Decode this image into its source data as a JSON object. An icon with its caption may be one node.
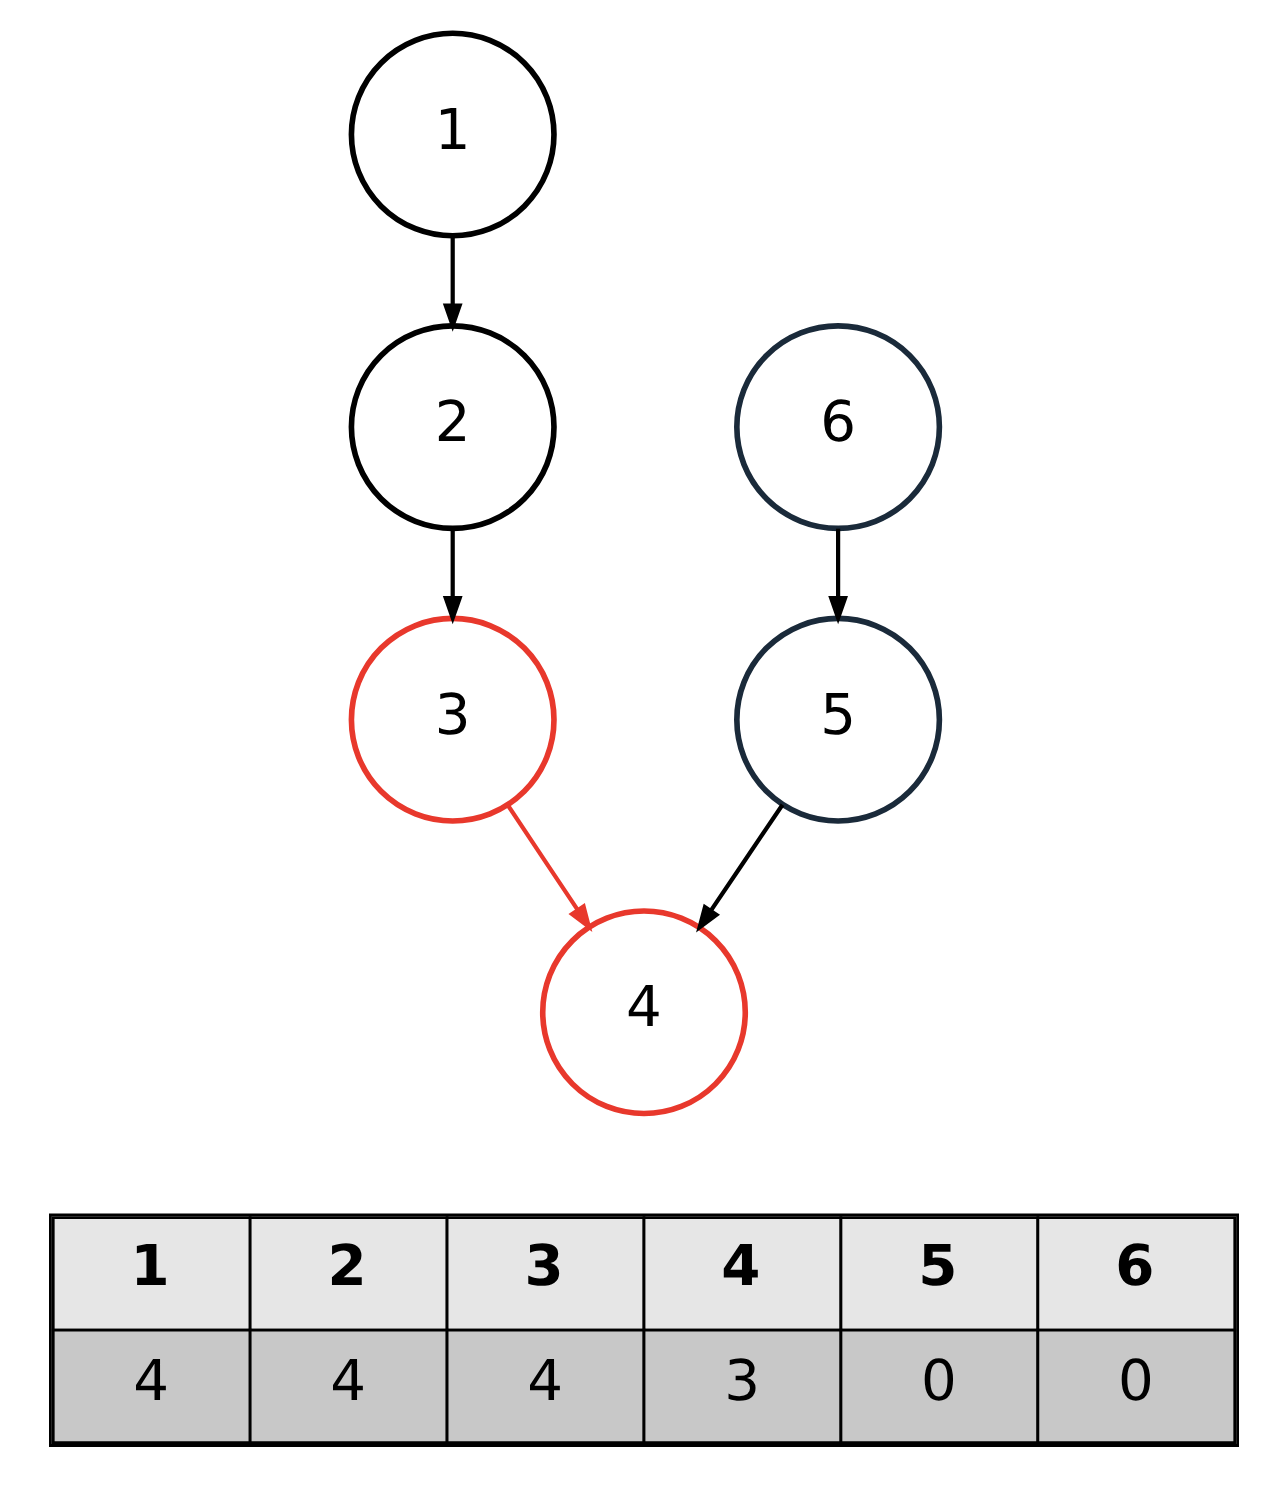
{
  "diagram": {
    "nodes": [
      {
        "text": [
          "1"
        ]
      },
      {
        "text": [
          "2"
        ]
      },
      {
        "text": [
          "3"
        ]
      },
      {
        "text": [
          "4"
        ]
      },
      {
        "text": [
          "5"
        ]
      },
      {
        "text": [
          "6"
        ]
      }
    ],
    "edges": [
      {
        "from": 0,
        "to": 1,
        "arrow": "to"
      },
      {
        "from": 1,
        "to": 2,
        "arrow": "to"
      },
      {
        "from": 2,
        "to": 3,
        "arrow": "to",
        "color": "#e8382c"
      },
      {
        "from": 5,
        "to": 4,
        "arrow": "to"
      },
      {
        "from": 4,
        "to": 3,
        "arrow": "to"
      }
    ],
    "labels": [
      "1",
      "2",
      "3",
      "4",
      "5",
      "6",
      "4",
      "4",
      "4",
      "3",
      "0",
      "0"
    ]
  }
}
